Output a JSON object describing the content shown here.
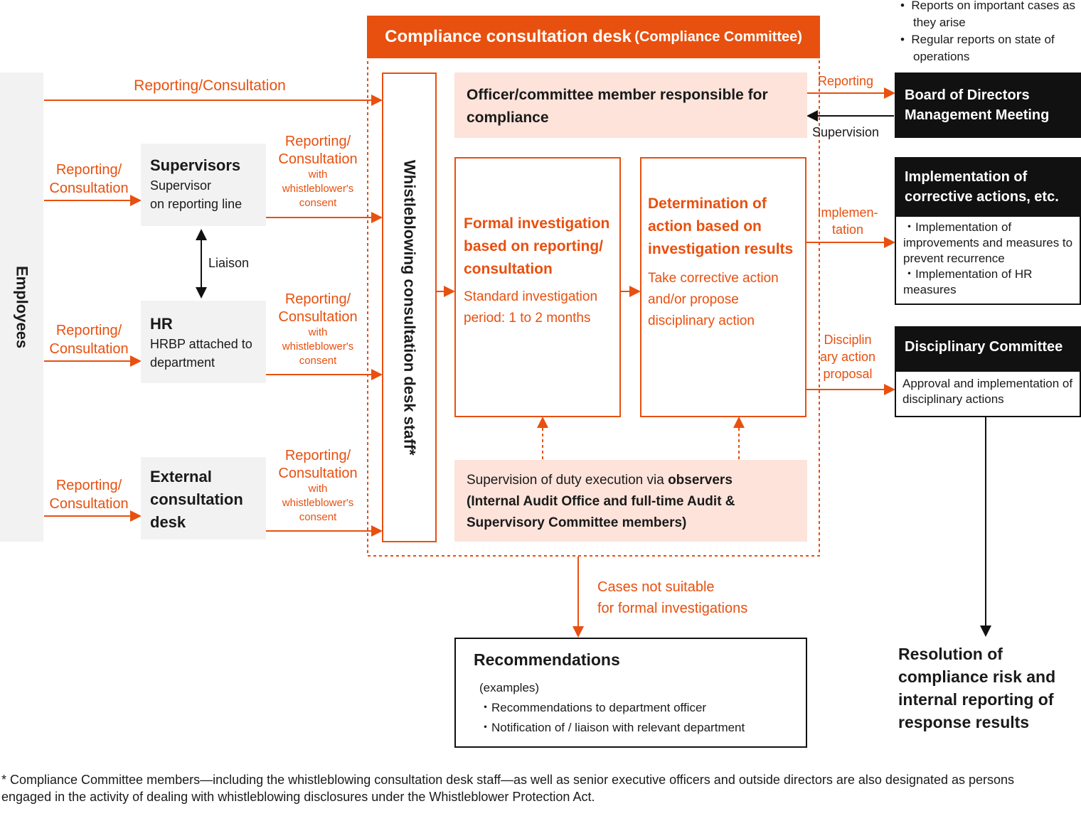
{
  "header": {
    "title": "Compliance consultation desk",
    "subtitle": "(Compliance Committee)"
  },
  "employees": "Employees",
  "whistle_staff": "Whistleblowing consultation desk staff*",
  "top_arrow_label": "Reporting/Consultation",
  "left_arrow_labels": [
    "Reporting/",
    "Consultation"
  ],
  "channels": [
    {
      "title": "Supervisors",
      "desc": [
        "Supervisor",
        "on reporting line"
      ]
    },
    {
      "title": "HR",
      "desc": [
        "HRBP attached to",
        "department"
      ]
    },
    {
      "title": "External consultation desk",
      "desc": []
    }
  ],
  "consent_label": {
    "line1": "Reporting/",
    "line2": "Consultation",
    "line3": "with",
    "line4": "whistleblower's",
    "line5": "consent"
  },
  "liaison": "Liaison",
  "officer_box": "Officer/committee member responsible for compliance",
  "investigation": {
    "title": "Formal investigation based on reporting/ consultation",
    "desc": "Standard investigation period: 1 to 2 months"
  },
  "determination": {
    "title": "Determination of action based on investigation results",
    "desc": "Take corrective action and/or propose disciplinary action"
  },
  "observers": {
    "prefix": "Supervision of duty execution via ",
    "bold": "observers",
    "rest": "(Internal Audit Office and full-time Audit & Supervisory Committee members)"
  },
  "reports_bullets": [
    "Reports on important cases as they arise",
    "Regular reports on state of operations"
  ],
  "reporting_label": "Reporting",
  "supervision_label": "Supervision",
  "implementation_label": [
    "Implemen-",
    "tation"
  ],
  "disciplinary_label": [
    "Disciplin",
    "ary action",
    "proposal"
  ],
  "board": {
    "title": [
      "Board of Directors",
      "Management Meeting"
    ]
  },
  "corrective": {
    "title": [
      "Implementation of",
      "corrective actions, etc."
    ],
    "items": [
      "・Implementation of improvements and measures to prevent recurrence",
      "・Implementation of HR measures"
    ]
  },
  "disciplinary": {
    "title": "Disciplinary Committee",
    "desc": "Approval and implementation of disciplinary actions"
  },
  "not_suitable": [
    "Cases not suitable",
    "for formal investigations"
  ],
  "recommendations": {
    "title": "Recommendations",
    "examples": "(examples)",
    "items": [
      "・Recommendations to department officer",
      "・Notification of / liaison with relevant department"
    ]
  },
  "resolution": "Resolution of compliance risk and internal reporting of response results",
  "footnote": "* Compliance Committee members—including the whistleblowing consultation desk staff—as well as senior executive officers and outside directors are also designated as persons engaged in the activity of dealing with whistleblowing disclosures under the Whistleblower Protection Act.",
  "colors": {
    "accent": "#e8500f",
    "pink": "#fde3da",
    "gray": "#f2f2f2",
    "black": "#111111"
  }
}
